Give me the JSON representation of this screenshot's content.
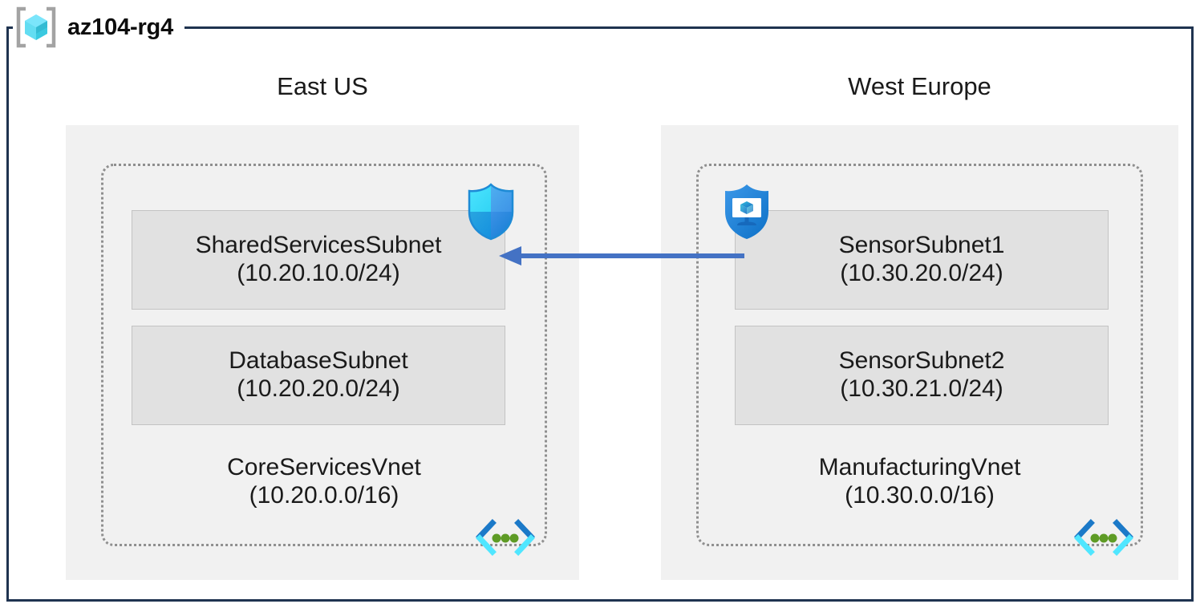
{
  "resource_group": {
    "name": "az104-rg4",
    "icon": "resource-group-cube-icon"
  },
  "colors": {
    "frame_border": "#1F3350",
    "region_background": "#F1F1F1",
    "vnet_border": "#8F8F8F",
    "subnet_fill": "#E1E1E1",
    "subnet_border": "#C3C3C3",
    "connector_blue": "#4472C4",
    "azure_blue": "#0078D4",
    "cube_cyan": "#50E6FF",
    "peering_green": "#5E9B25",
    "text": "#1A1A1A"
  },
  "regions": [
    {
      "label": "East US",
      "vnet": {
        "name": "CoreServicesVnet",
        "address_space": "(10.20.0.0/16)",
        "peering_icon": "vnet-peering-icon",
        "subnets": [
          {
            "name": "SharedServicesSubnet",
            "address_prefix": "(10.20.10.0/24)",
            "attached_icon": "network-security-group-shield-icon"
          },
          {
            "name": "DatabaseSubnet",
            "address_prefix": "(10.20.20.0/24)",
            "attached_icon": null
          }
        ]
      }
    },
    {
      "label": "West Europe",
      "vnet": {
        "name": "ManufacturingVnet",
        "address_space": "(10.30.0.0/16)",
        "peering_icon": "vnet-peering-icon",
        "subnets": [
          {
            "name": "SensorSubnet1",
            "address_prefix": "(10.30.20.0/24)",
            "attached_icon": "application-security-group-shield-icon"
          },
          {
            "name": "SensorSubnet2",
            "address_prefix": "(10.30.21.0/24)",
            "attached_icon": null
          }
        ]
      }
    }
  ],
  "connector": {
    "name": "vnet-peering-connection",
    "direction": "right-to-left",
    "from": "SensorSubnet1",
    "to": "SharedServicesSubnet",
    "label": ""
  }
}
